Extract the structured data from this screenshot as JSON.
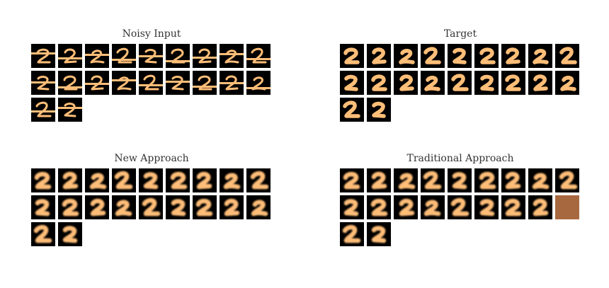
{
  "colors": {
    "digit": "#ffbe78",
    "tile_bg": "#000000",
    "blank_tile": "#a8683f"
  },
  "panels": [
    {
      "id": "noisy-input",
      "title": "Noisy Input",
      "count": 20,
      "style": "noisy"
    },
    {
      "id": "target",
      "title": "Target",
      "count": 20,
      "style": "clean"
    },
    {
      "id": "new-approach",
      "title": "New Approach",
      "count": 20,
      "style": "blur"
    },
    {
      "id": "traditional-approach",
      "title": "Traditional Approach",
      "count": 20,
      "style": "blur",
      "blank_tiles": [
        17
      ]
    }
  ]
}
